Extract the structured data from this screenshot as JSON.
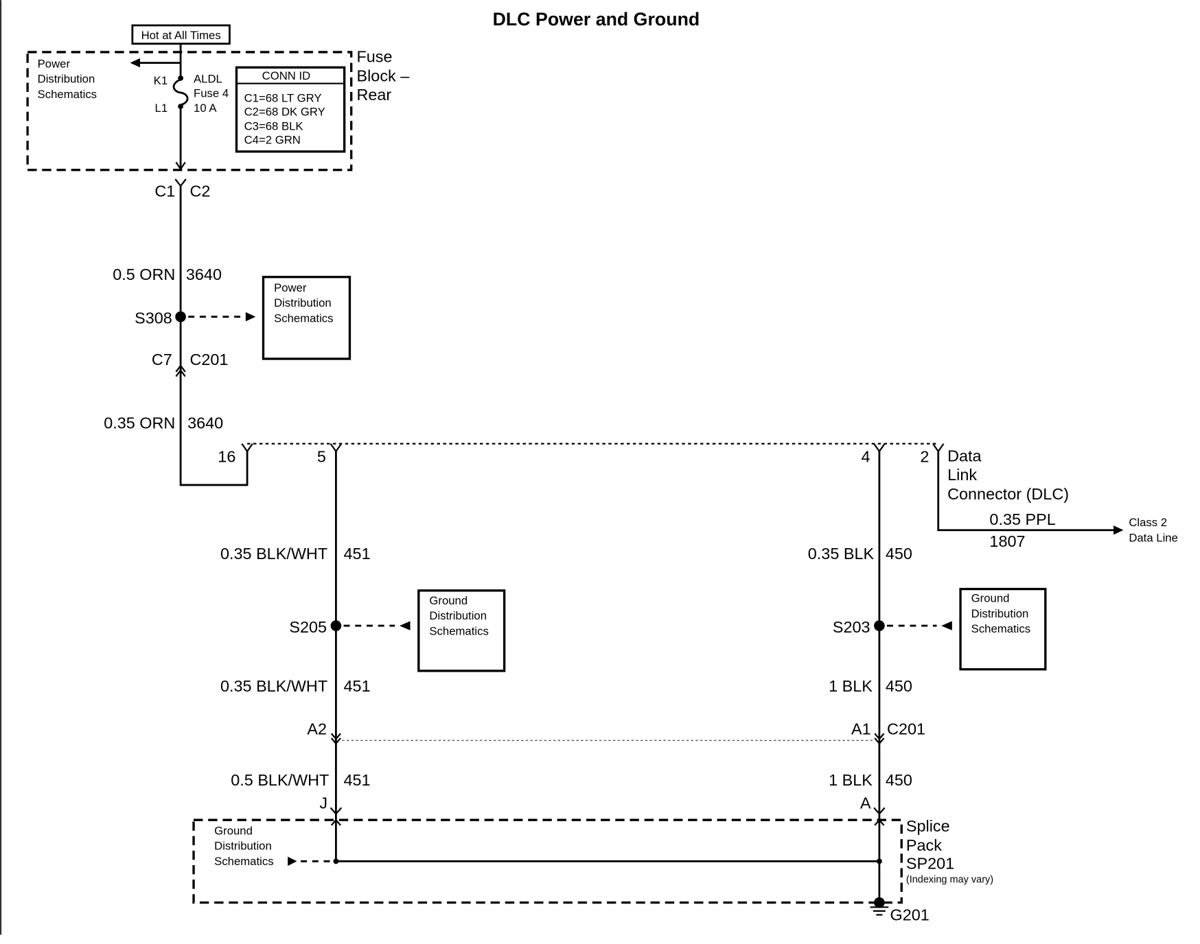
{
  "title": "DLC Power and Ground",
  "fuse_block": {
    "hot_label": "Hot at All Times",
    "pds": [
      "Power",
      "Distribution",
      "Schematics"
    ],
    "pin_k1": "K1",
    "pin_l1": "L1",
    "fuse": [
      "ALDL",
      "Fuse 4",
      "10 A"
    ],
    "conn_id_header": "CONN ID",
    "conn_id_rows": [
      "C1=68 LT GRY",
      "C2=68 DK GRY",
      "C3=68 BLK",
      "C4=2 GRN"
    ],
    "name": [
      "Fuse",
      "Block –",
      "Rear"
    ],
    "conn_left": "C1",
    "conn_right": "C2"
  },
  "power_circuit": {
    "wire_upper": {
      "gauge_color": "0.5 ORN",
      "circuit": "3640"
    },
    "splice": "S308",
    "pds_box": [
      "Power",
      "Distribution",
      "Schematics"
    ],
    "conn_pin": "C7",
    "conn_name": "C201",
    "wire_lower": {
      "gauge_color": "0.35 ORN",
      "circuit": "3640"
    }
  },
  "dlc": {
    "pins": {
      "p16": "16",
      "p5": "5",
      "p4": "4",
      "p2": "2"
    },
    "name": [
      "Data",
      "Link",
      "Connector (DLC)"
    ],
    "data_wire": {
      "gauge_color": "0.35 PPL",
      "circuit": "1807"
    },
    "data_dest": [
      "Class 2",
      "Data Line"
    ]
  },
  "ground_451": {
    "wire1": {
      "gauge_color": "0.35 BLK/WHT",
      "circuit": "451"
    },
    "splice": "S205",
    "gds_box": [
      "Ground",
      "Distribution",
      "Schematics"
    ],
    "wire2": {
      "gauge_color": "0.35 BLK/WHT",
      "circuit": "451"
    },
    "conn_pin": "A2",
    "wire3": {
      "gauge_color": "0.5 BLK/WHT",
      "circuit": "451"
    },
    "splice_pin": "J"
  },
  "ground_450": {
    "wire1": {
      "gauge_color": "0.35 BLK",
      "circuit": "450"
    },
    "splice": "S203",
    "gds_box": [
      "Ground",
      "Distribution",
      "Schematics"
    ],
    "wire2": {
      "gauge_color": "1 BLK",
      "circuit": "450"
    },
    "conn_pin": "A1",
    "conn_name": "C201",
    "wire3": {
      "gauge_color": "1 BLK",
      "circuit": "450"
    },
    "splice_pin": "A"
  },
  "splice_pack": {
    "gds": [
      "Ground",
      "Distribution",
      "Schematics"
    ],
    "name": [
      "Splice",
      "Pack",
      "SP201"
    ],
    "note": "(Indexing may vary)",
    "ground": "G201"
  }
}
